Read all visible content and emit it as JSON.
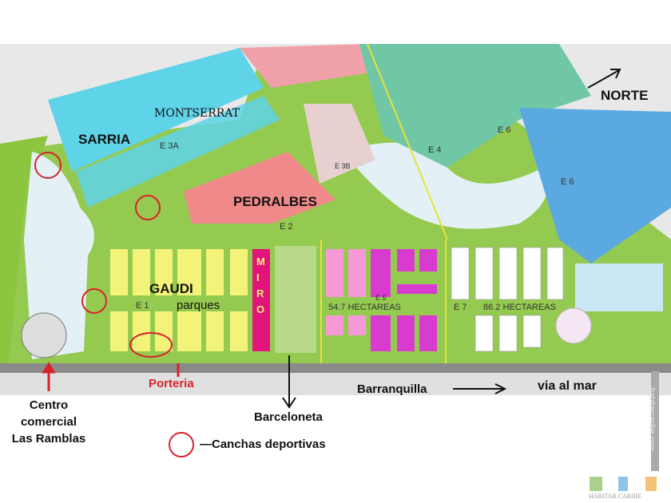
{
  "map": {
    "zones": {
      "montserrat": "MONTSERRAT",
      "sarria": "SARRIA",
      "pedralbes": "PEDRALBES",
      "gaudi": "GAUDI",
      "miro": "MIRO",
      "parques": "parques"
    },
    "etapas": {
      "e1": "E 1",
      "e2": "E 2",
      "e3a": "E 3A",
      "e3b": "E 3B",
      "e4": "E 4",
      "e5": "E 5",
      "e6a": "E 6",
      "e6b": "E 6",
      "e7": "E 7"
    },
    "areas": {
      "area1": "54.7 HECTAREAS",
      "area2": "86.2 HECTAREAS"
    },
    "north_label": "NORTE",
    "roads": {
      "via": "via al mar",
      "barranquilla": "Barranquilla"
    }
  },
  "annotations": {
    "porteria": "Porteria",
    "centro_comercial": [
      "Centro",
      "comercial",
      "Las Ramblas"
    ],
    "barceloneta": "Barceloneta",
    "legend_canchas": "—Canchas deportivas"
  },
  "watermark": {
    "site": "habitarcaribe.com",
    "brand": "HABITAR CARIBE"
  },
  "colors": {
    "park": "#8cc63f",
    "cyan": "#5fd3e8",
    "blue": "#5aa9e0",
    "salmon": "#f08a8a",
    "teal": "#6fc7a5",
    "yellow": "#f3f37a",
    "pink": "#f59ad6",
    "magenta": "#d93ad0",
    "red": "#d8232a"
  }
}
